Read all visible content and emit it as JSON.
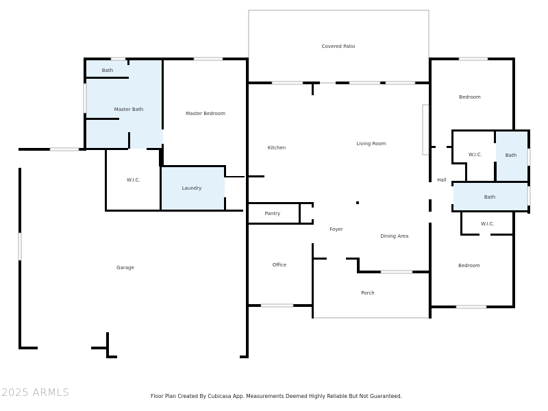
{
  "colors": {
    "wall": "#000000",
    "wet_room_fill": "#e3f1fb",
    "background": "#ffffff",
    "window": "#cfcfcf",
    "outline": "#aaaaaa"
  },
  "rooms": {
    "covered_patio": "Covered Patio",
    "bath_small": "Bath",
    "master_bath": "Master Bath",
    "master_bedroom": "Master Bedroom",
    "kitchen": "Kitchen",
    "living_room": "Living Room",
    "bedroom_top": "Bedroom",
    "wic_right_top": "W.I.C.",
    "bath_right_top": "Bath",
    "hall": "Hall",
    "bath_right_mid": "Bath",
    "wic_right_bottom": "W.I.C.",
    "bedroom_bottom": "Bedroom",
    "wic_master": "W.I.C.",
    "laundry": "Laundry",
    "pantry": "Pantry",
    "foyer": "Foyer",
    "dining_area": "Dining Area",
    "office": "Office",
    "porch": "Porch",
    "garage": "Garage"
  },
  "footer": {
    "disclaimer": "Floor Plan Created By Cubicasa App. Measurements Deemed Highly Reliable But Not Guaranteed.",
    "watermark": "2025 ARMLS"
  }
}
